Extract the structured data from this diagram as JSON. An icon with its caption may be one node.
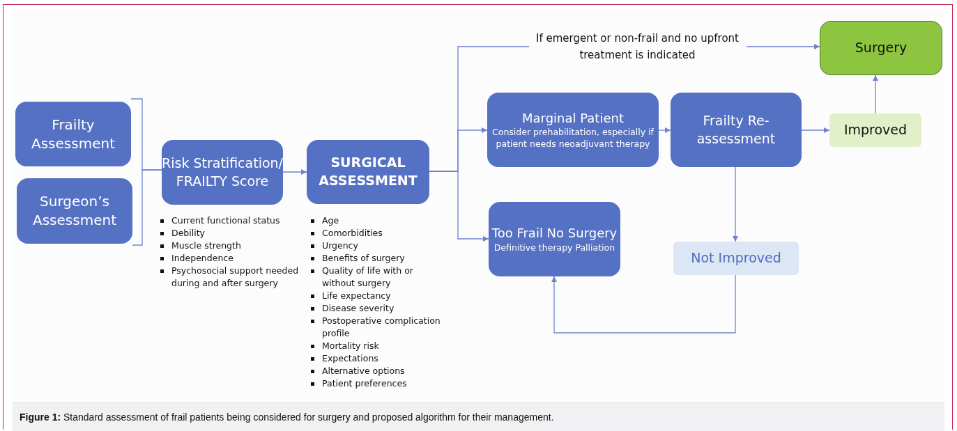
{
  "diagram": {
    "caption": "**Figure 1:** Standard assessment of frail patients being considered for surgery and proposed algorithm for their management.",
    "nodes": [
      {
        "text": [
          "Frailty Assessment"
        ]
      },
      {
        "text": [
          "Surgeon’s Assessment"
        ]
      },
      {
        "text": [
          "Risk Stratification/ FRAILTY Score"
        ],
        "beside": [
          "Current functional status",
          "Debility",
          "Muscle strength",
          "Independence",
          "Psychosocial support needed during and after surgery"
        ]
      },
      {
        "text": [
          "SURGICAL ASSESSMENT"
        ],
        "beside": [
          "Age",
          "Comorbidities",
          "Urgency",
          "Benefits of surgery",
          "Quality of life with or without surgery",
          "Life expectancy",
          "Disease severity",
          "Postoperative complication profile",
          "Mortality risk",
          "Expectations",
          "Alternative options",
          "Patient preferences"
        ]
      },
      {
        "text": [
          "Marginal Patient",
          "Consider prehabilitation, especially if patient needs neoadjuvant therapy"
        ]
      },
      {
        "text": [
          "Frailty Re-assessment"
        ]
      },
      {
        "text": [
          "Surgery"
        ]
      },
      {
        "text": [
          "Improved"
        ]
      },
      {
        "text": [
          "Too Frail No Surgery",
          "Definitive therapy Palliation"
        ]
      },
      {
        "text": [
          "Not Improved"
        ]
      }
    ],
    "edges": [
      {
        "from": 0,
        "to": 2,
        "arrow": "none"
      },
      {
        "from": 1,
        "to": 2,
        "arrow": "none"
      },
      {
        "from": 2,
        "to": 3,
        "arrow": "to"
      },
      {
        "from": 3,
        "to": 6,
        "arrow": "to",
        "label": "If emergent or non-frail and no upfront treatment is indicated"
      },
      {
        "from": 3,
        "to": 4,
        "arrow": "to"
      },
      {
        "from": 3,
        "to": 8,
        "arrow": "to"
      },
      {
        "from": 4,
        "to": 5,
        "arrow": "to"
      },
      {
        "from": 5,
        "to": 7,
        "arrow": "to"
      },
      {
        "from": 7,
        "to": 6,
        "arrow": "to"
      },
      {
        "from": 5,
        "to": 9,
        "arrow": "to"
      },
      {
        "from": 9,
        "to": 8,
        "arrow": "to"
      }
    ]
  }
}
